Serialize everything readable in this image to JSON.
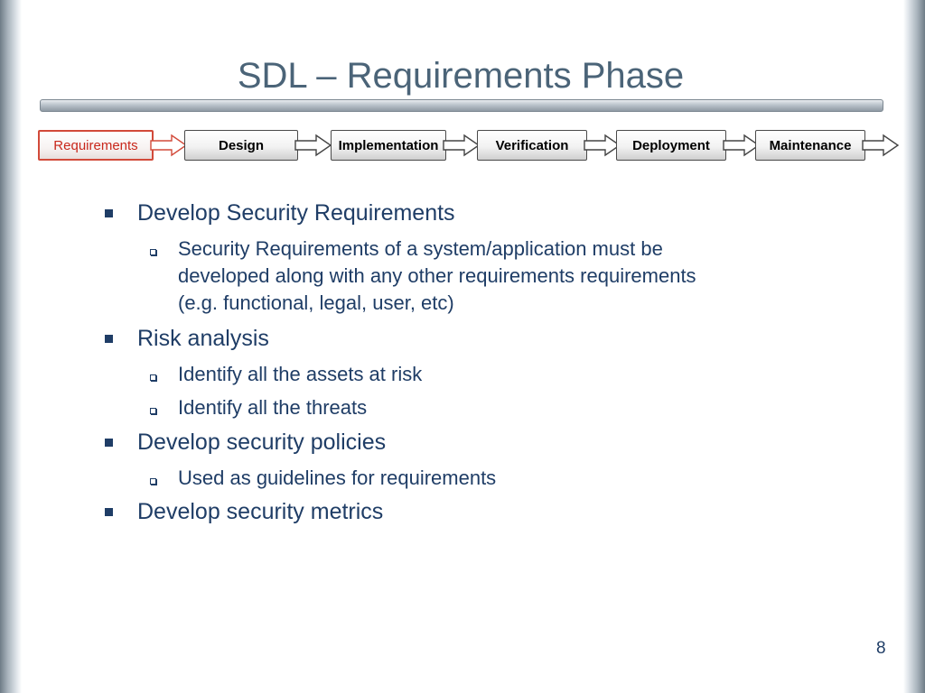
{
  "slide": {
    "title": "SDL – Requirements Phase",
    "page_number": "8"
  },
  "phases": [
    {
      "label": "Requirements",
      "active": true
    },
    {
      "label": "Design",
      "active": false
    },
    {
      "label": "Implementation",
      "active": false
    },
    {
      "label": "Verification",
      "active": false
    },
    {
      "label": "Deployment",
      "active": false
    },
    {
      "label": "Maintenance",
      "active": false
    }
  ],
  "bullets": [
    {
      "text": "Develop Security Requirements",
      "sub": [
        "Security Requirements of a system/application must be",
        "developed along with any other requirements requirements",
        "(e.g. functional, legal, user, etc)"
      ]
    },
    {
      "text": "Risk analysis",
      "sub": [
        "Identify all the assets at risk",
        "Identify all the threats"
      ]
    },
    {
      "text": "Develop security policies",
      "sub": [
        "Used as guidelines for requirements"
      ]
    },
    {
      "text": "Develop security metrics",
      "sub": []
    }
  ],
  "colors": {
    "title": "#4b6478",
    "body_text": "#1f3d66",
    "active_phase": "#c8281c",
    "arrow_active": "#d24a3a"
  }
}
